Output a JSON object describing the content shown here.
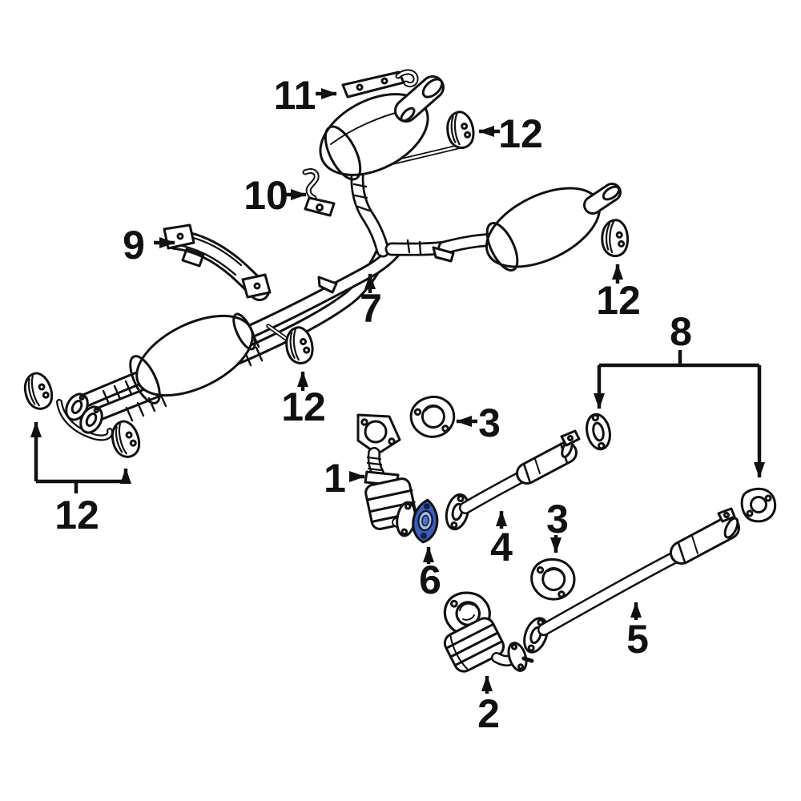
{
  "background": "#ffffff",
  "line_color": "#111111",
  "highlight": {
    "color": "#3d5cb5",
    "ring_color": "#a9bade",
    "core_color": "#5273c4",
    "hole_color": "#16244f"
  },
  "callouts": [
    {
      "label": "11"
    },
    {
      "label": "12"
    },
    {
      "label": "10"
    },
    {
      "label": "9"
    },
    {
      "label": "7"
    },
    {
      "label": "12"
    },
    {
      "label": "8"
    },
    {
      "label": "12"
    },
    {
      "label": "3"
    },
    {
      "label": "1"
    },
    {
      "label": "12"
    },
    {
      "label": "4"
    },
    {
      "label": "3"
    },
    {
      "label": "6"
    },
    {
      "label": "5"
    },
    {
      "label": "2"
    }
  ]
}
